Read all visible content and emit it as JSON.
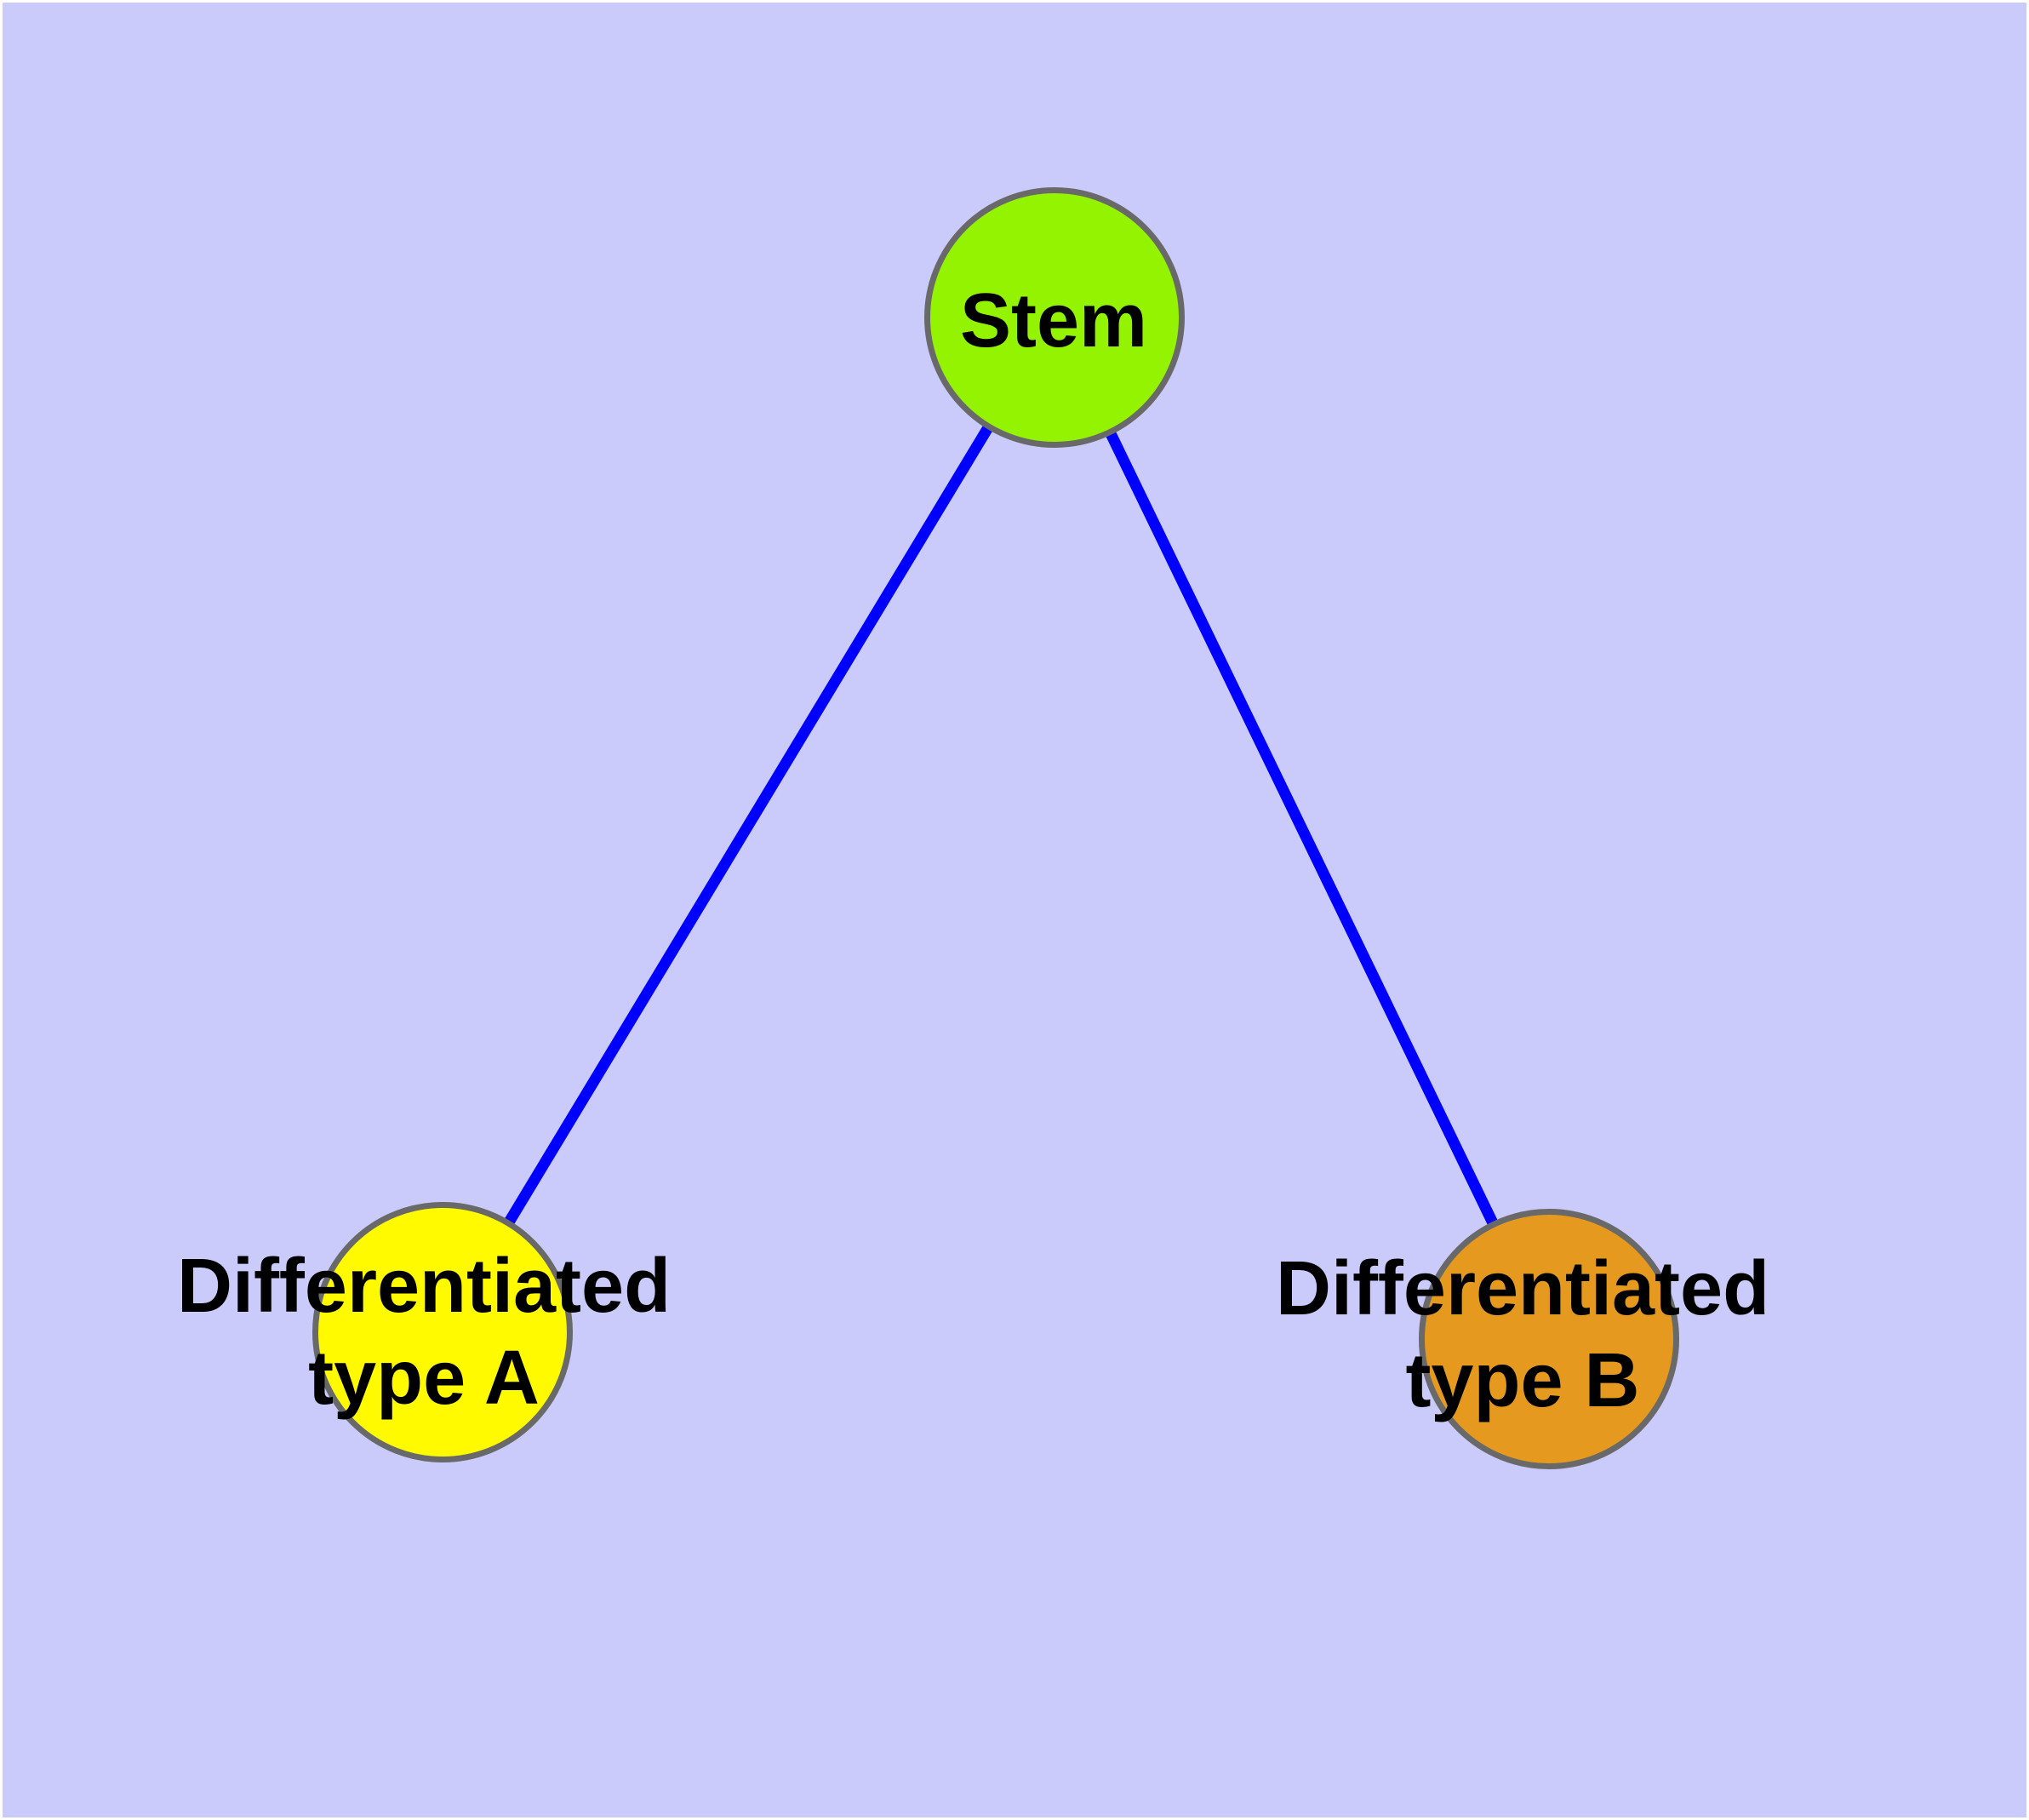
{
  "diagram": {
    "background_color": "#CACBFA",
    "frame_color": "#FFFFFF",
    "edge_color": "#0000FF",
    "node_border_color": "#696969",
    "label_color": "#000000",
    "nodes": {
      "stem": {
        "label": "Stem",
        "fill": "#93F300"
      },
      "type_a": {
        "label": "Differentiated\ntype A",
        "fill": "#FFFA00"
      },
      "type_b": {
        "label": "Differentiated\ntype B",
        "fill": "#E59A1F"
      }
    },
    "edges": [
      {
        "from": "Stem",
        "to": "Differentiated type A"
      },
      {
        "from": "Stem",
        "to": "Differentiated type B"
      }
    ]
  }
}
